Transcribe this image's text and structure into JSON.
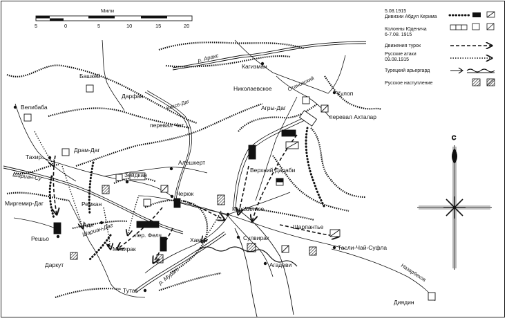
{
  "scale": {
    "title": "Мили",
    "ticks": [
      "5",
      "0",
      "5",
      "10",
      "15",
      "20"
    ]
  },
  "legend": {
    "date_label": "5.08.1915",
    "items": [
      {
        "key": "abdul_kerim",
        "label": "Дивизии Абдул Керима"
      },
      {
        "key": "yudenich",
        "label": "Колонны Юденича 6-7.08.1915"
      },
      {
        "key": "turk_moves",
        "label": "Движения турок"
      },
      {
        "key": "russian_attacks",
        "label": "Русские атаки 09.08.1915"
      },
      {
        "key": "turk_rearguard",
        "label": "Турецкий арьергард"
      },
      {
        "key": "russian_advance",
        "label": "Русское наступление"
      }
    ]
  },
  "compass": {
    "north": "С"
  },
  "rivers": {
    "araks": "р. Аракс",
    "murat": "р. Мурат",
    "sharian_su": "Шариан-Су",
    "sharian_dag": "Шариан-Даг"
  },
  "places": {
    "bashkoy": "Башкёй",
    "darfan": "Дарфан",
    "kagizman": "Кагизман",
    "nikolaevskoe": "Николаевское",
    "otanovskiy": "Отановский",
    "kulop": "Кулоп",
    "velibaba": "Велибаба",
    "kokse_dag": "Коксе-Даг",
    "agry_dag": "Агры-Даг",
    "ahtalar_pass": "перевал Ахталар",
    "chat_pass": "перевал Чат",
    "tahir": "Тахир",
    "dram_dag": "Драм-Даг",
    "aleshkert": "Алешкерт",
    "verhniy_darabi": "Верхний Дараби",
    "zeydkan": "Зейдкан",
    "chereuk": "Черюк",
    "remkan": "Ремкан",
    "mirgemir_dag": "Миргемир-Даг",
    "karakilise": "Каракилисе",
    "sharpante": "Шарпантье",
    "adi": "Ади",
    "felch_pass": "пер. Фелч",
    "reshyo": "Решьо",
    "mizirak": "Мизирак",
    "sulvirak": "Сулвирак",
    "tasli_chay": "Тасли-Чай-Суфла",
    "hamur": "Хамур",
    "darkut": "Даркут",
    "agadevi": "Агадеви",
    "nazarbekov": "Назарбеков",
    "tutak": "Тутак",
    "diyadin": "Диядин"
  },
  "colors": {
    "ink": "#111111",
    "background": "#ffffff"
  }
}
